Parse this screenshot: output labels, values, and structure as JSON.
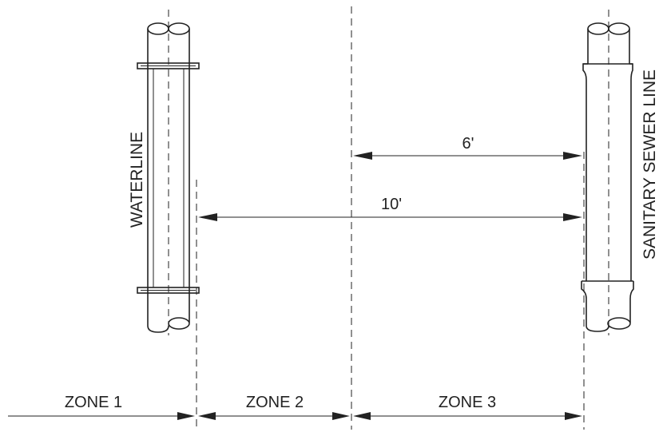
{
  "labels": {
    "waterline": "WATERLINE",
    "sewer": "SANITARY SEWER LINE",
    "dim_six": "6'",
    "dim_ten": "10'"
  },
  "zones": [
    {
      "label": "ZONE 1"
    },
    {
      "label": "ZONE 2"
    },
    {
      "label": "ZONE 3"
    }
  ]
}
